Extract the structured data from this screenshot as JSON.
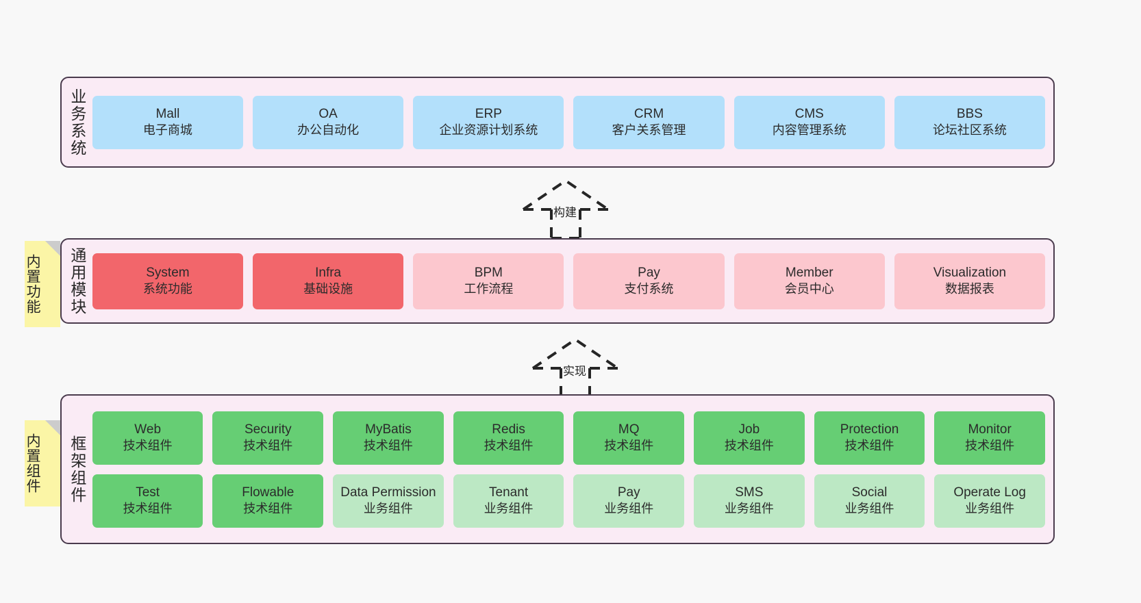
{
  "diagram": {
    "background": "#f8f8f8",
    "panel_bg": "#faebf5",
    "panel_border": "#4a3b4d",
    "colors": {
      "business": "#b3e0fb",
      "module_core": "#f2666b",
      "module_plain": "#fcc7ce",
      "tech_component": "#66ce74",
      "business_component": "#bce8c4",
      "note": "#fbf5a6",
      "note_fold": "#cccccc"
    }
  },
  "layers": {
    "business": {
      "title": "业务系统",
      "items": [
        {
          "en": "Mall",
          "cn": "电子商城"
        },
        {
          "en": "OA",
          "cn": "办公自动化"
        },
        {
          "en": "ERP",
          "cn": "企业资源计划系统"
        },
        {
          "en": "CRM",
          "cn": "客户关系管理"
        },
        {
          "en": "CMS",
          "cn": "内容管理系统"
        },
        {
          "en": "BBS",
          "cn": "论坛社区系统"
        }
      ]
    },
    "modules": {
      "title": "通用模块",
      "note": "内置功能",
      "items": [
        {
          "en": "System",
          "cn": "系统功能",
          "kind": "mod-core"
        },
        {
          "en": "Infra",
          "cn": "基础设施",
          "kind": "mod-core"
        },
        {
          "en": "BPM",
          "cn": "工作流程",
          "kind": "mod-plain"
        },
        {
          "en": "Pay",
          "cn": "支付系统",
          "kind": "mod-plain"
        },
        {
          "en": "Member",
          "cn": "会员中心",
          "kind": "mod-plain"
        },
        {
          "en": "Visualization",
          "cn": "数据报表",
          "kind": "mod-plain"
        }
      ]
    },
    "framework": {
      "title": "框架组件",
      "note": "内置组件",
      "row1": [
        {
          "en": "Web",
          "cn": "技术组件",
          "kind": "tech"
        },
        {
          "en": "Security",
          "cn": "技术组件",
          "kind": "tech"
        },
        {
          "en": "MyBatis",
          "cn": "技术组件",
          "kind": "tech"
        },
        {
          "en": "Redis",
          "cn": "技术组件",
          "kind": "tech"
        },
        {
          "en": "MQ",
          "cn": "技术组件",
          "kind": "tech"
        },
        {
          "en": "Job",
          "cn": "技术组件",
          "kind": "tech"
        },
        {
          "en": "Protection",
          "cn": "技术组件",
          "kind": "tech"
        },
        {
          "en": "Monitor",
          "cn": "技术组件",
          "kind": "tech"
        }
      ],
      "row2": [
        {
          "en": "Test",
          "cn": "技术组件",
          "kind": "tech"
        },
        {
          "en": "Flowable",
          "cn": "技术组件",
          "kind": "tech"
        },
        {
          "en": "Data Permission",
          "cn": "业务组件",
          "kind": "bizcomp"
        },
        {
          "en": "Tenant",
          "cn": "业务组件",
          "kind": "bizcomp"
        },
        {
          "en": "Pay",
          "cn": "业务组件",
          "kind": "bizcomp"
        },
        {
          "en": "SMS",
          "cn": "业务组件",
          "kind": "bizcomp"
        },
        {
          "en": "Social",
          "cn": "业务组件",
          "kind": "bizcomp"
        },
        {
          "en": "Operate Log",
          "cn": "业务组件",
          "kind": "bizcomp"
        }
      ]
    }
  },
  "connectors": [
    {
      "name": "build-arrow",
      "label": "构建",
      "style": "dashed-hollow-triangle-up"
    },
    {
      "name": "implement-arrow",
      "label": "实现",
      "style": "dashed-hollow-triangle-up"
    }
  ]
}
